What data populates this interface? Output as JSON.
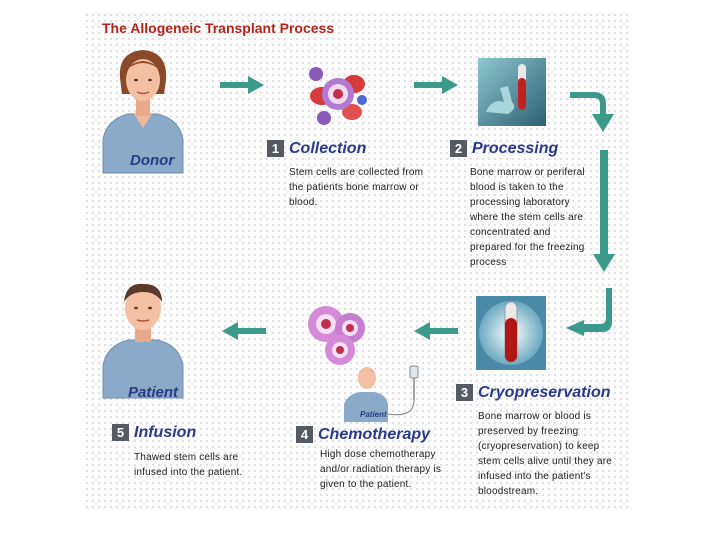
{
  "title": "The Allogeneic Transplant Process",
  "people": {
    "donor_caption": "Donor",
    "patient_caption": "Patient",
    "chemo_patient_caption": "Patient"
  },
  "steps": [
    {
      "number": "1",
      "name": "Collection",
      "description": "Stem cells are collected from the patients bone marrow or blood."
    },
    {
      "number": "2",
      "name": "Processing",
      "description": "Bone marrow or periferal blood is taken to the processing laboratory where the stem cells are concentrated and prepared for the freezing process"
    },
    {
      "number": "3",
      "name": "Cryopreservation",
      "description": "Bone marrow or blood is preserved by freezing (cryopreservation) to keep stem cells alive until they are infused into the patient's bloodstream."
    },
    {
      "number": "4",
      "name": "Chemotherapy",
      "description": "High dose chemotherapy and/or radiation therapy is given to the patient."
    },
    {
      "number": "5",
      "name": "Infusion",
      "description": "Thawed stem cells are infused into the patient."
    }
  ],
  "colors": {
    "title": "#b2251f",
    "step_name": "#2a3a8a",
    "arrow": "#3b9a8a",
    "badge": "#555a63",
    "shirt": "#8aaac8"
  }
}
